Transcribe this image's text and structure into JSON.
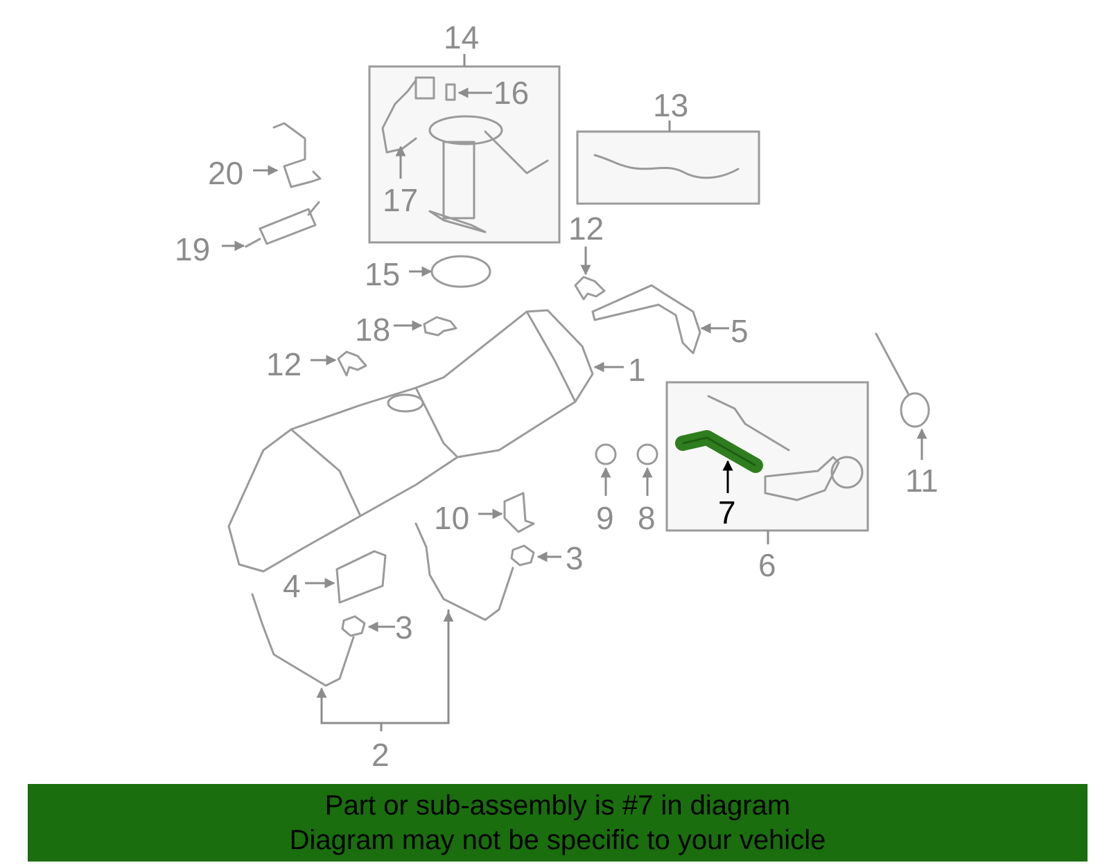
{
  "callouts": {
    "c1": "1",
    "c2": "2",
    "c3a": "3",
    "c3b": "3",
    "c4": "4",
    "c5": "5",
    "c6": "6",
    "c7": "7",
    "c8": "8",
    "c9": "9",
    "c10": "10",
    "c11": "11",
    "c12a": "12",
    "c12b": "12",
    "c13": "13",
    "c14": "14",
    "c15": "15",
    "c16": "16",
    "c17": "17",
    "c18": "18",
    "c19": "19",
    "c20": "20"
  },
  "highlight": {
    "part_number": "7",
    "color": "#2e7d1e"
  },
  "banner": {
    "line1": "Part or sub-assembly is #7 in diagram",
    "line2": "Diagram may not be specific to your vehicle",
    "color": "#1a6e0e"
  }
}
